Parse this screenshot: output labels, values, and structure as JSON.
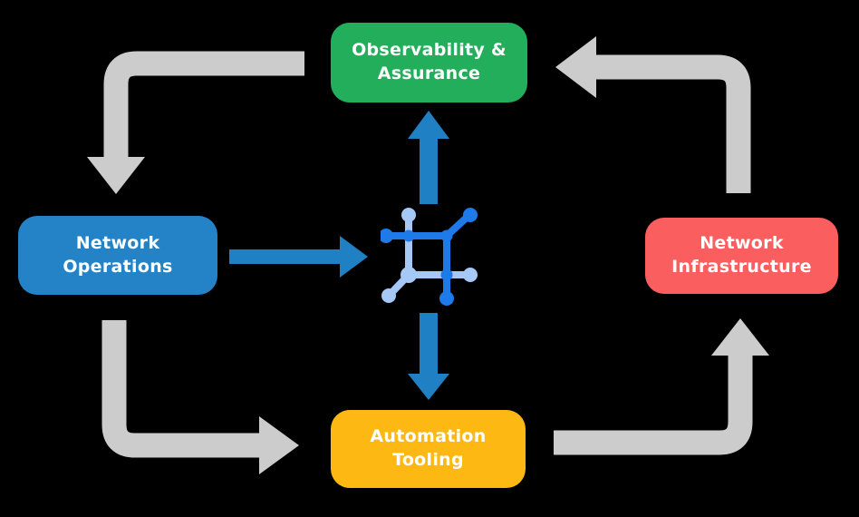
{
  "diagram": {
    "nodes": {
      "observability": {
        "label": "Observability &\nAssurance",
        "color": "#23AE5B"
      },
      "operations": {
        "label": "Network\nOperations",
        "color": "#2383C6"
      },
      "infrastructure": {
        "label": "Network\nInfrastructure",
        "color": "#FB5E5E"
      },
      "automation": {
        "label": "Automation\nTooling",
        "color": "#FDB813"
      }
    },
    "hub": {
      "icon": "network-hub-icon"
    },
    "edges": {
      "cycle": [
        "Observability & Assurance -> Network Operations",
        "Network Operations -> Automation Tooling",
        "Automation Tooling -> Network Infrastructure",
        "Network Infrastructure -> Observability & Assurance"
      ],
      "hub_links": [
        "Network Operations -> hub",
        "hub -> Observability & Assurance",
        "hub -> Automation Tooling"
      ]
    },
    "colors": {
      "background": "#000000",
      "label_text": "#FFFFFF",
      "flow_arrow_gray": "#CCCCCC",
      "data_arrow_blue": "#2080C4",
      "icon_dark_blue": "#1E7AE8",
      "icon_light_blue": "#A6C8F7"
    }
  }
}
